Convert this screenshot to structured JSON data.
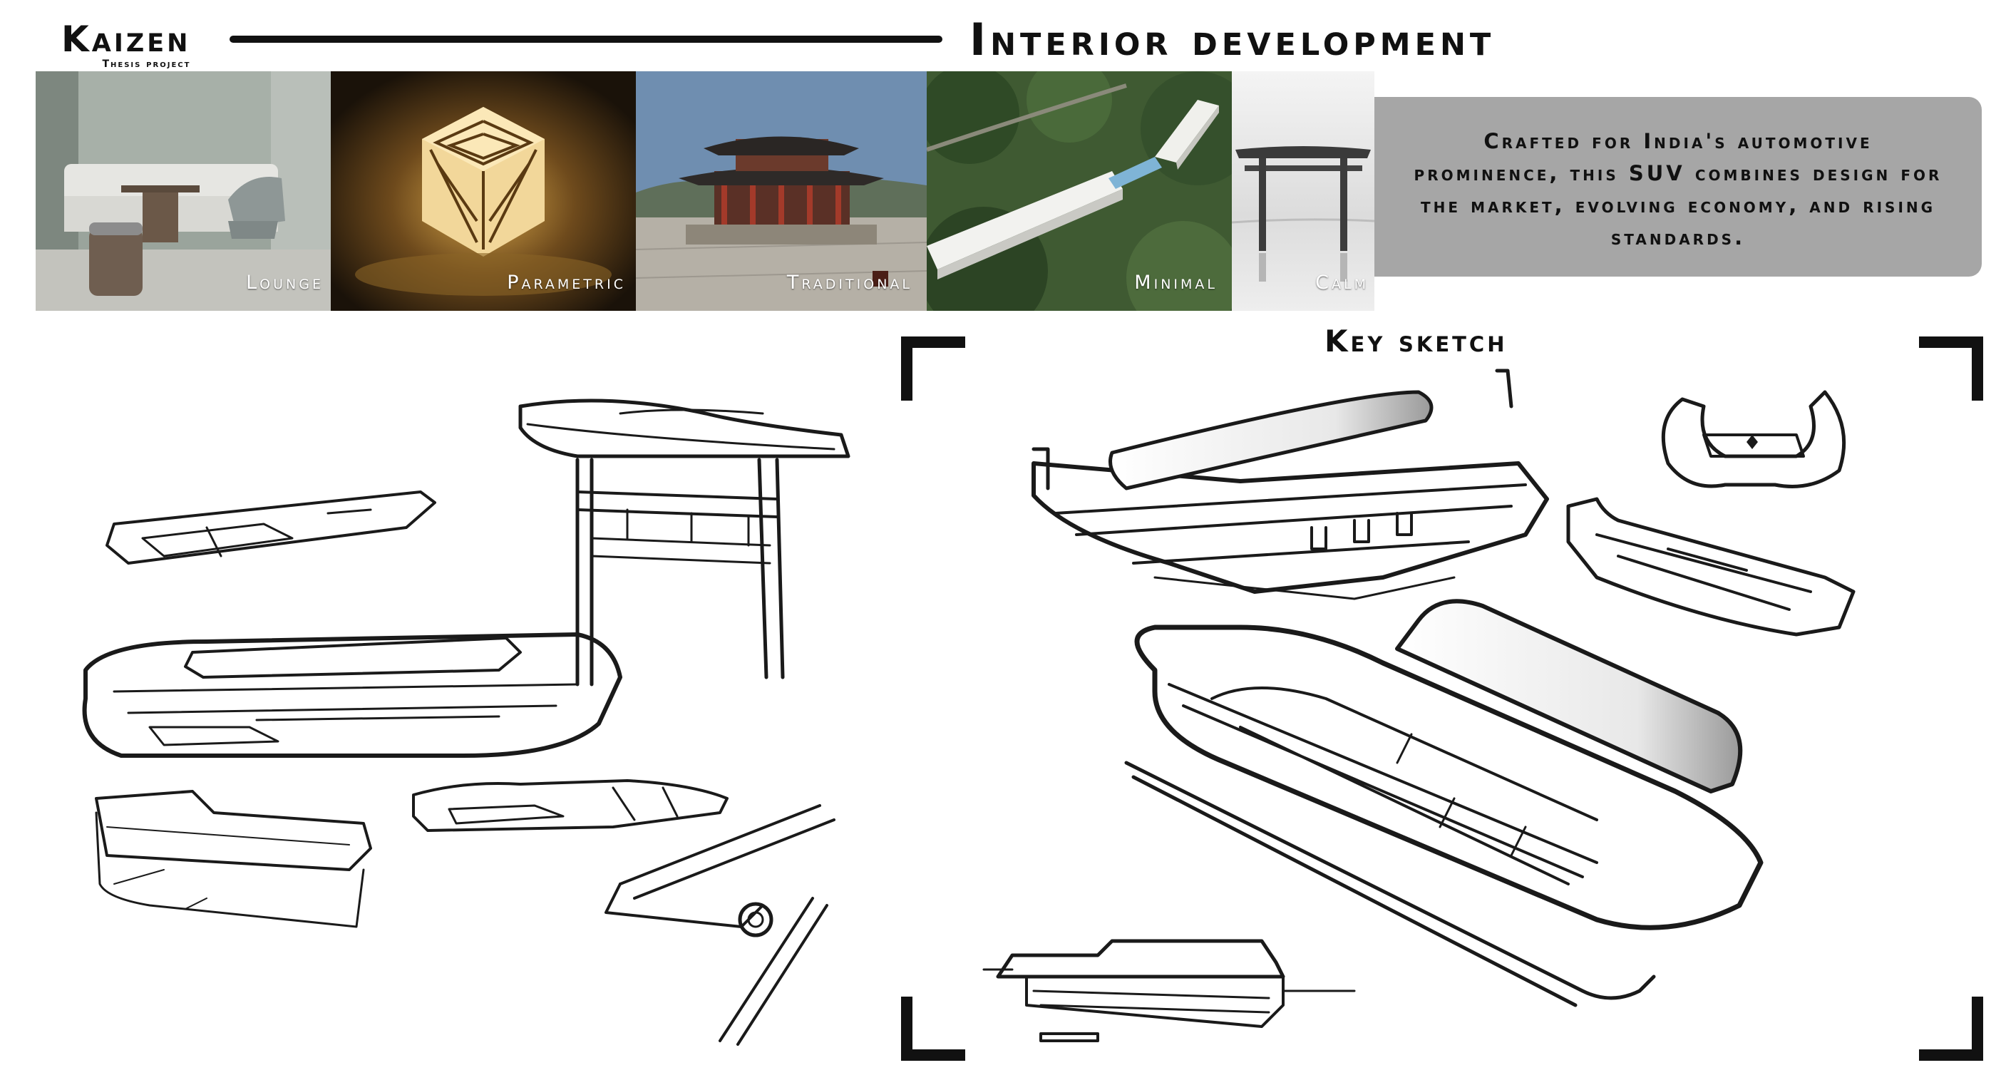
{
  "header": {
    "brand": "Kaizen",
    "brand_subtitle": "Thesis project",
    "title": "Interior development"
  },
  "mood_board": {
    "tiles": [
      {
        "label": "Lounge"
      },
      {
        "label": "Parametric"
      },
      {
        "label": "Traditional"
      },
      {
        "label": "Minimal"
      },
      {
        "label": "Calm"
      }
    ]
  },
  "description": {
    "text": "Crafted for India's automotive prominence, this SUV combines design for the market, evolving economy, and rising standards."
  },
  "key_sketch": {
    "title": "Key sketch"
  },
  "colors": {
    "accent": "#111111",
    "panel": "#a6a6a6",
    "background": "#ffffff"
  }
}
